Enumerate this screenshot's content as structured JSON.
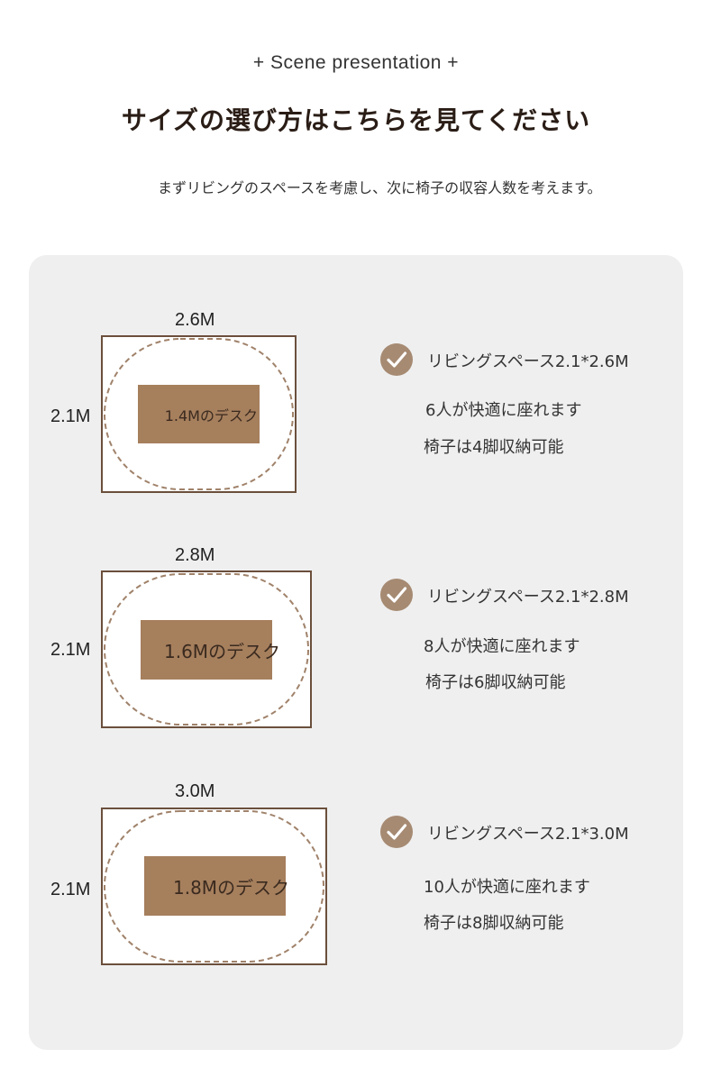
{
  "header": {
    "kicker": "+ Scene presentation +",
    "title": "サイズの選び方はこちらを見てください",
    "intro": "まずリビングのスペースを考慮し、次に椅子の収容人数を考えます。"
  },
  "layouts": [
    {
      "width_label": "2.6M",
      "depth_label": "2.1M",
      "desk_label": "1.4Mのデスク",
      "space_label": "リビングスペース2.1*2.6M",
      "seating": "6人が快適に座れます",
      "storage": "椅子は4脚収納可能"
    },
    {
      "width_label": "2.8M",
      "depth_label": "2.1M",
      "desk_label": "1.6Mのデスク",
      "space_label": "リビングスペース2.1*2.8M",
      "seating": "8人が快適に座れます",
      "storage": "椅子は6脚収納可能"
    },
    {
      "width_label": "3.0M",
      "depth_label": "2.1M",
      "desk_label": "1.8Mのデスク",
      "space_label": "リビングスペース2.1*3.0M",
      "seating": "10人が快適に座れます",
      "storage": "椅子は8脚収納可能"
    }
  ],
  "colors": {
    "panel_bg": "#efefef",
    "room_border": "#6b4f3c",
    "desk_fill": "#a67f5d",
    "dash_stroke": "#a0826a",
    "check_fill": "#a68a72"
  },
  "icons": {
    "check": "check-circle-icon"
  }
}
